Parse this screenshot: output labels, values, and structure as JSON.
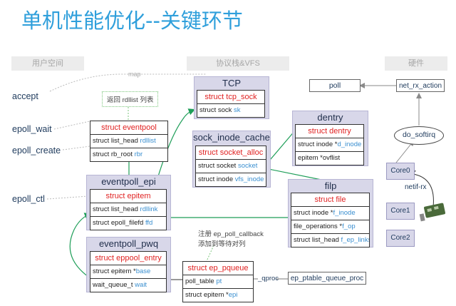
{
  "title": "单机性能优化--关键环节",
  "columns": {
    "user": "用户空间",
    "proto": "协议栈&VFS",
    "hw": "硬件"
  },
  "left_labels": {
    "accept": "accept",
    "epoll_wait": "epoll_wait",
    "epoll_create": "epoll_create",
    "epoll_ctl": "epoll_ctl"
  },
  "notes": {
    "map": "map",
    "return_rdllist": "返回 rdllist 列表",
    "register_line1": "注册 ep_poll_callback",
    "register_line2": "添加到等待对列"
  },
  "eventpoll": {
    "head": "struct eventpool",
    "rows": [
      {
        "pre": "struct list_head ",
        "field": "rdllist"
      },
      {
        "pre": "struct rb_root ",
        "field": "rbr"
      }
    ]
  },
  "eventpoll_epi": {
    "title": "eventpoll_epi",
    "head": "struct epitem",
    "rows": [
      {
        "pre": "struct list_head ",
        "field": "rdllink"
      },
      {
        "pre": "struct epoll_filefd ",
        "field": "ffd"
      }
    ]
  },
  "eventpoll_pwq": {
    "title": "eventpoll_pwq",
    "head": "struct eppool_entry",
    "rows": [
      {
        "pre": "struct epitem *",
        "field": "base"
      },
      {
        "pre": "wait_queue_t ",
        "field": "wait"
      }
    ]
  },
  "tcp": {
    "title": "TCP",
    "head": "struct tcp_sock",
    "rows": [
      {
        "pre": "struct sock ",
        "field": "sk"
      }
    ]
  },
  "sock_inode_cache": {
    "title": "sock_inode_cache",
    "head": "struct socket_alloc",
    "rows": [
      {
        "pre": "struct socket ",
        "field": "socket"
      },
      {
        "pre": "struct inode ",
        "field": "vfs_inode"
      }
    ]
  },
  "dentry": {
    "title": "dentry",
    "head": "struct dentry",
    "rows": [
      {
        "pre": "struct inode *",
        "field": "d_inode"
      },
      {
        "pre": "epitem *ovflist",
        "field": ""
      }
    ]
  },
  "filp": {
    "title": "filp",
    "head": "struct file",
    "rows": [
      {
        "pre": "struct inode *",
        "field": "f_inode"
      },
      {
        "pre": "file_operations *",
        "field": "f_op"
      },
      {
        "pre": "struct list_head ",
        "field": "f_ep_links"
      }
    ]
  },
  "ep_pqueue": {
    "head": "struct ep_pqueue",
    "rows": [
      {
        "pre": "poll_table ",
        "field": "pt"
      },
      {
        "pre": "struct epitem *",
        "field": "epi"
      }
    ]
  },
  "small": {
    "qproc": "_qproc",
    "ep_ptable_queue_proc": "ep_ptable_queue_proc",
    "poll": "poll",
    "net_rx_action": "net_rx_action",
    "do_softirq": "do_softirq",
    "netif_rx": "netif-rx"
  },
  "cores": [
    "Core0",
    "Core1",
    "Core2"
  ],
  "colors": {
    "title": "#2f9fdb",
    "struct_head": "#e02222",
    "field": "#3a8fd0",
    "group_bg": "#d8d7e9",
    "arrow": "#1e9e58"
  }
}
